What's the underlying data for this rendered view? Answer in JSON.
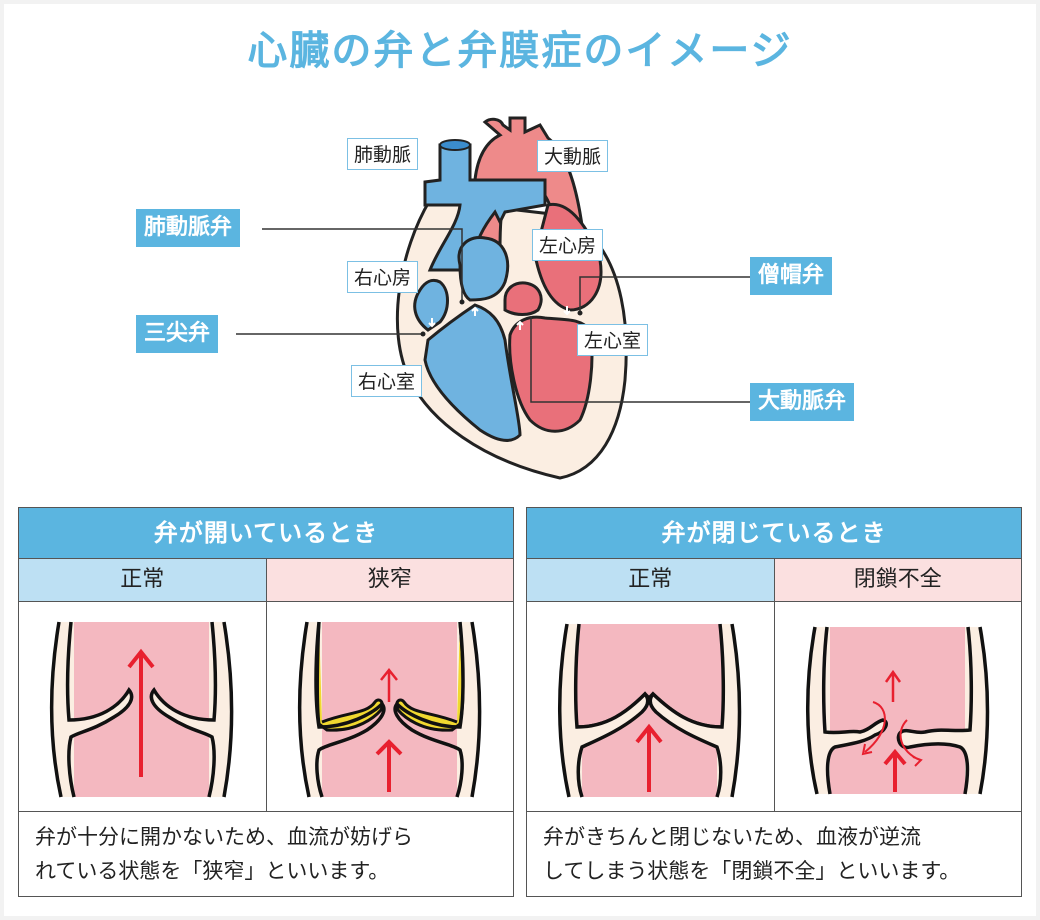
{
  "title": "心臓の弁と弁膜症のイメージ",
  "heart": {
    "chamber_labels": {
      "pulmonary_artery": "肺動脈",
      "aorta": "大動脈",
      "left_atrium": "左心房",
      "right_atrium": "右心房",
      "left_ventricle": "左心室",
      "right_ventricle": "右心室"
    },
    "valve_labels": {
      "pulmonary_valve": "肺動脈弁",
      "tricuspid_valve": "三尖弁",
      "mitral_valve": "僧帽弁",
      "aortic_valve": "大動脈弁"
    }
  },
  "colors": {
    "title_blue": "#5bb5e0",
    "venous_blue": "#6fb3e0",
    "arterial_red": "#e9707a",
    "aorta_pink": "#ee8a8a",
    "tissue_cream": "#fbeee2",
    "blood_pink": "#f4b8c0",
    "arrow_red": "#e8202f",
    "plaque_yellow": "#f0d830",
    "subhead_normal": "#bde0f3",
    "subhead_abnormal": "#fbe0e0"
  },
  "panels": [
    {
      "header": "弁が開いているとき",
      "columns": [
        {
          "label": "正常",
          "illustration": "valve-open-normal"
        },
        {
          "label": "狭窄",
          "illustration": "valve-open-stenosis"
        }
      ],
      "description_lines": [
        "弁が十分に開かないため、血流が妨げら",
        "れている状態を「狭窄」といいます。"
      ]
    },
    {
      "header": "弁が閉じているとき",
      "columns": [
        {
          "label": "正常",
          "illustration": "valve-closed-normal"
        },
        {
          "label": "閉鎖不全",
          "illustration": "valve-closed-regurgitation"
        }
      ],
      "description_lines": [
        "弁がきちんと閉じないため、血液が逆流",
        "してしまう状態を「閉鎖不全」といいます。"
      ]
    }
  ]
}
